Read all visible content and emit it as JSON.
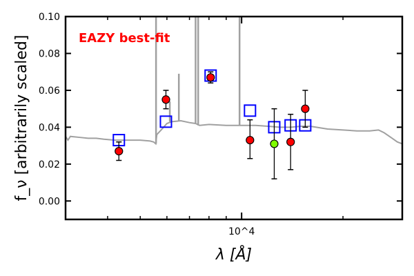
{
  "chart_data": {
    "type": "scatter",
    "title": "",
    "annotation": "EAZY best-fit",
    "xlabel": "λ [Å]",
    "ylabel": "f_ν [arbitrarily scaled]",
    "xscale": "log",
    "xlim": [
      3000,
      30000
    ],
    "ylim": [
      -0.01,
      0.1
    ],
    "x_ticks": [
      {
        "value": 10000,
        "label": "10^4"
      }
    ],
    "x_minor_ticks": [
      4000,
      5000,
      6000,
      7000,
      8000,
      9000,
      20000
    ],
    "y_ticks": [
      0.0,
      0.02,
      0.04,
      0.06,
      0.08,
      0.1
    ],
    "y_tick_labels": [
      "0.00",
      "0.02",
      "0.04",
      "0.06",
      "0.08",
      "0.10"
    ],
    "colors": {
      "observed": "#ff0000",
      "observed_highlight": "#7fff00",
      "model": "#0000ff",
      "spectrum": "#a0a0a0",
      "annotation": "#ff0000"
    },
    "observed": [
      {
        "wavelength": 4320,
        "flux": 0.027,
        "err_low": 0.022,
        "err_high": 0.032,
        "highlight": false
      },
      {
        "wavelength": 5960,
        "flux": 0.055,
        "err_low": 0.05,
        "err_high": 0.06,
        "highlight": false
      },
      {
        "wavelength": 8090,
        "flux": 0.067,
        "err_low": 0.064,
        "err_high": 0.07,
        "highlight": false
      },
      {
        "wavelength": 10590,
        "flux": 0.033,
        "err_low": 0.023,
        "err_high": 0.044,
        "highlight": false
      },
      {
        "wavelength": 12500,
        "flux": 0.031,
        "err_low": 0.012,
        "err_high": 0.05,
        "highlight": true
      },
      {
        "wavelength": 13980,
        "flux": 0.032,
        "err_low": 0.017,
        "err_high": 0.047,
        "highlight": false
      },
      {
        "wavelength": 15450,
        "flux": 0.05,
        "err_low": 0.04,
        "err_high": 0.06,
        "highlight": false
      }
    ],
    "model_photometry": [
      {
        "wavelength": 4320,
        "flux": 0.033
      },
      {
        "wavelength": 5960,
        "flux": 0.043
      },
      {
        "wavelength": 8090,
        "flux": 0.068
      },
      {
        "wavelength": 10590,
        "flux": 0.049
      },
      {
        "wavelength": 12500,
        "flux": 0.04
      },
      {
        "wavelength": 13980,
        "flux": 0.041
      },
      {
        "wavelength": 15450,
        "flux": 0.041
      }
    ],
    "spectrum": [
      [
        3000,
        0.035
      ],
      [
        3050,
        0.033
      ],
      [
        3100,
        0.035
      ],
      [
        3300,
        0.0345
      ],
      [
        3500,
        0.034
      ],
      [
        3700,
        0.034
      ],
      [
        3900,
        0.0335
      ],
      [
        4200,
        0.033
      ],
      [
        4600,
        0.033
      ],
      [
        5000,
        0.033
      ],
      [
        5350,
        0.0325
      ],
      [
        5480,
        0.032
      ],
      [
        5560,
        0.031
      ],
      [
        5600,
        0.036
      ],
      [
        5800,
        0.039
      ],
      [
        6000,
        0.042
      ],
      [
        6200,
        0.043
      ],
      [
        6600,
        0.0435
      ],
      [
        7000,
        0.0425
      ],
      [
        7300,
        0.042
      ],
      [
        7500,
        0.041
      ],
      [
        8000,
        0.0415
      ],
      [
        9000,
        0.041
      ],
      [
        9800,
        0.041
      ],
      [
        11000,
        0.041
      ],
      [
        12000,
        0.0405
      ],
      [
        13000,
        0.04
      ],
      [
        14000,
        0.04
      ],
      [
        15000,
        0.0405
      ],
      [
        16000,
        0.0405
      ],
      [
        18000,
        0.039
      ],
      [
        20000,
        0.0385
      ],
      [
        22000,
        0.038
      ],
      [
        24000,
        0.038
      ],
      [
        25500,
        0.0385
      ],
      [
        26500,
        0.037
      ],
      [
        28000,
        0.034
      ],
      [
        29000,
        0.032
      ],
      [
        30000,
        0.031
      ]
    ],
    "emission_lines": [
      {
        "wavelength": 5570,
        "peak": 0.12
      },
      {
        "wavelength": 6120,
        "peak": 0.054
      },
      {
        "wavelength": 6510,
        "peak": 0.069
      },
      {
        "wavelength": 7300,
        "peak": 0.12
      },
      {
        "wavelength": 7430,
        "peak": 0.12
      },
      {
        "wavelength": 9860,
        "peak": 0.12
      }
    ]
  }
}
